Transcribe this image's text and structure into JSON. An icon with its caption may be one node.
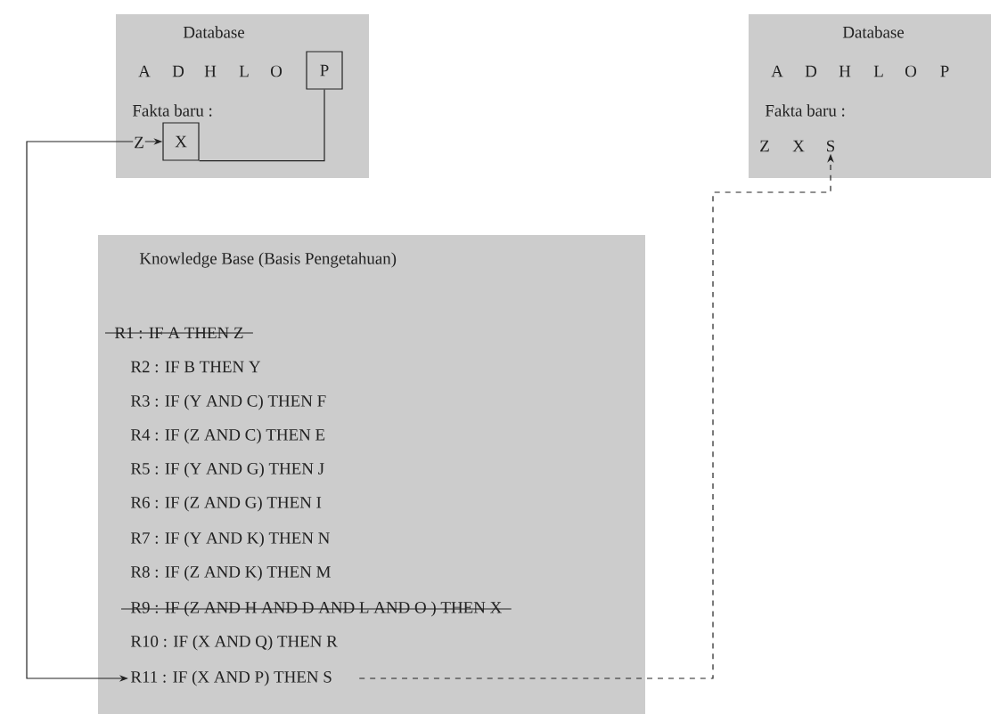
{
  "diagram": {
    "nodes": [
      {
        "text": [
          "Database"
        ]
      },
      {
        "text": [
          "P"
        ],
        "in": 0
      },
      {
        "text": [
          "X"
        ],
        "in": 0
      },
      {
        "text": [
          "Database"
        ]
      },
      {
        "text": [
          "Knowledge Base (Basis Pengetahuan)"
        ]
      },
      {
        "text": [
          "R11 :  IF (X AND P) THEN S"
        ],
        "in": 4
      },
      {
        "text": [
          "S"
        ],
        "in": 3
      }
    ],
    "edges": [
      {
        "from": 1,
        "to": 2,
        "arrow": "none"
      },
      {
        "from": 5,
        "to": 2,
        "arrow": "both"
      },
      {
        "from": 5,
        "to": 6,
        "arrow": "to",
        "style": "dashed"
      }
    ],
    "labels": [
      "A",
      "D",
      "H",
      "L",
      "O",
      "Fakta baru :",
      "Z",
      "A",
      "D",
      "H",
      "L",
      "O",
      "P",
      "Fakta baru :",
      "Z",
      "X",
      "R1 :  IF A THEN Z",
      "R2 :  IF B THEN Y",
      "R3 :  IF (Y AND C) THEN F",
      "R4 :  IF (Z AND C) THEN E",
      "R5 :  IF (Y AND G) THEN J",
      "R6 :  IF (Z AND G) THEN I",
      "R7 :  IF (Y AND K) THEN N",
      "R8 :  IF (Z AND K) THEN M",
      "R9 :  IF (Z AND H AND D AND L AND O ) THEN X",
      "R10 :  IF (X AND Q) THEN R"
    ]
  }
}
